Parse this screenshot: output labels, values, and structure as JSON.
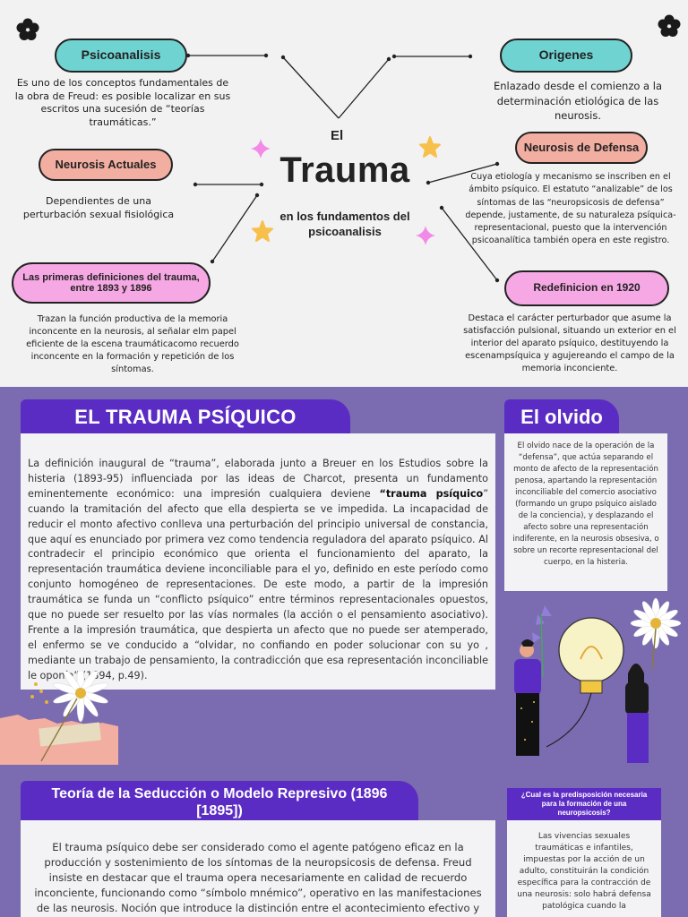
{
  "header": {
    "title_el": "El",
    "title_main": "Trauma",
    "title_sub": "en los fundamentos del psicoanalisis"
  },
  "nodes": {
    "psicoanalisis": {
      "label": "Psicoanalisis",
      "text": "Es uno de los conceptos fundamentales de la obra de Freud: es posible localizar en sus escritos una sucesión de “teorías traumáticas.”"
    },
    "origenes": {
      "label": "Origenes",
      "text": "Enlazado desde el comienzo a la determinación etiológica de las neurosis."
    },
    "neurosis_actuales": {
      "label": "Neurosis Actuales",
      "text": "Dependientes de una perturbación sexual fisiológica"
    },
    "neurosis_defensa": {
      "label": "Neurosis de Defensa",
      "text": "Cuya etiología y  mecanismo se inscriben en el ámbito psíquico. El estatuto “analizable” de los síntomas de las “neuropsicosis de defensa” depende, justamente, de su naturaleza psíquica-representacional, puesto que la intervención psicoanalítica también opera en este registro."
    },
    "primeras_definiciones": {
      "label": "Las primeras definiciones del trauma, entre 1893 y 1896",
      "text": "Trazan la función productiva de la memoria inconcente en la neurosis, al señalar elm papel eficiente de la escena traumáticacomo recuerdo inconcente en la formación y repetición de los síntomas."
    },
    "redefinicion": {
      "label": "Redefinicion en 1920",
      "text": "Destaca el carácter perturbador que asume la satisfacción pulsional, situando un exterior en el interior del aparato psíquico, destituyendo la escenampsíquica y agujereando el campo de la memoria inconciente."
    }
  },
  "trauma_psiquico": {
    "title": "EL TRAUMA PSÍQUICO",
    "text_a": "La definición inaugural de “trauma”, elaborada junto a Breuer en los Estudios sobre la histeria (1893-95)  influenciada por las ideas de Charcot, presenta un fundamento eminentemente económico: una impresión cualquiera deviene ",
    "text_bold": "“trauma psíquico",
    "text_b": "” cuando la tramitación del afecto que ella despierta se ve impedida. La incapacidad de reducir el monto afectivo conlleva una perturbación del principio universal de constancia, que aquí es enunciado por primera vez como tendencia reguladora del aparato psíquico. Al contradecir el principio económico que orienta el funcionamiento del aparato, la representación traumática deviene inconciliable para el yo, definido en este período como conjunto homogéneo de representaciones. De este modo, a partir de la impresión traumática se funda un “conflicto psíquico” entre términos representacionales opuestos, que no puede ser resuelto por las vías normales (la acción o el pensamiento asociativo). Frente a la impresión traumática, que despierta un afecto que no puede ser atemperado, el enfermo se ve conducido a “olvidar, no confiando en poder solucionar con su yo , mediante un trabajo de pensamiento, la contradicción que esa representación inconciliable le oponía” (1894, p.49)."
  },
  "olvido": {
    "title": "El olvido",
    "text": "El olvido nace de la operación de la “defensa”, que actúa separando el monto de afecto de la representación penosa, apartando la representación inconciliable del comercio asociativo (formando un grupo psíquico aislado de la conciencia), y desplazando el afecto sobre una representación indiferente, en la neurosis obsesiva, o sobre un recorte representacional del cuerpo, en la histeria."
  },
  "seduccion": {
    "title": "Teoría de la Seducción o Modelo Represivo (1896 [1895])",
    "text": "El trauma psíquico debe ser considerado como el agente patógeno eficaz en la producción y sostenimiento de los síntomas de la neuropsicosis de defensa. Freud insiste en destacar que el trauma opera necesariamente en calidad de recuerdo inconciente, funcionando como “símbolo mnémico”, operativo en las manifestaciones de las neurosis. Noción que introduce la distinción entre el acontecimiento efectivo y"
  },
  "predisposicion": {
    "question": "¿Cual es la predisposición necesaria para la formación de una neuropsicosis?",
    "text": "Las vivencias sexuales traumáticas e infantiles, impuestas por la acción de un adulto, constituirán la condición específica para la contracción de una neurosis: solo habrá defensa patológica cuando la"
  },
  "icons": [
    "flower-icon",
    "sparkle-star-icon",
    "star-icon"
  ],
  "colors": {
    "teal": "#6fd3d2",
    "salmon": "#f3aea2",
    "pink": "#f6a8e4",
    "purple_bg": "#7b6bb0",
    "banner": "#5b2cc4"
  }
}
